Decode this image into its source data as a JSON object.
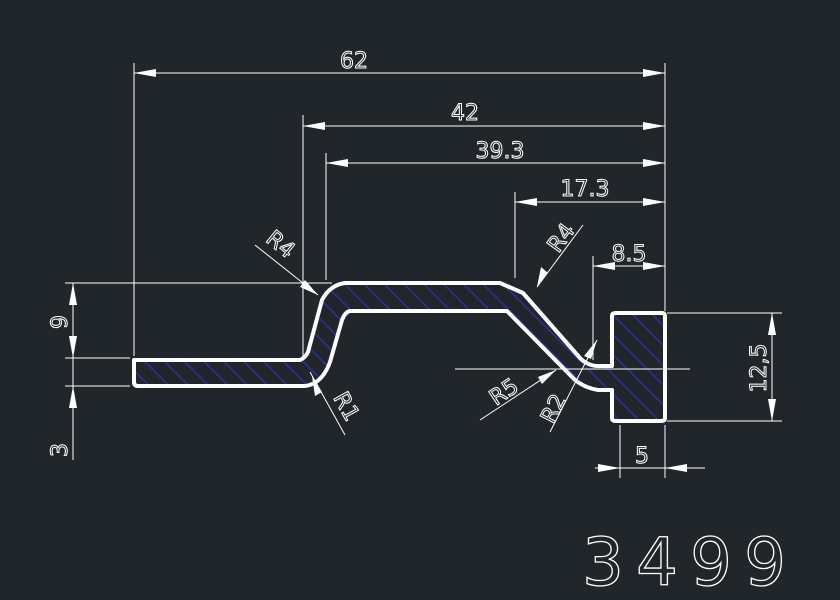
{
  "drawing": {
    "part_number": "3499",
    "colors": {
      "background": "#21262b",
      "lines": "#ffffff",
      "hatch": "#2b2fa0"
    },
    "dimensions": {
      "overall_width": "62",
      "width_42": "42",
      "width_39_3": "39.3",
      "width_17_3": "17.3",
      "width_8_5": "8.5",
      "height_12_5": "12,5",
      "width_5": "5",
      "height_9": "9",
      "thickness_3": "3"
    },
    "radii": {
      "r4_left": "R4",
      "r4_right": "R4",
      "r1": "R1",
      "r5": "R5",
      "r2": "R2"
    }
  }
}
